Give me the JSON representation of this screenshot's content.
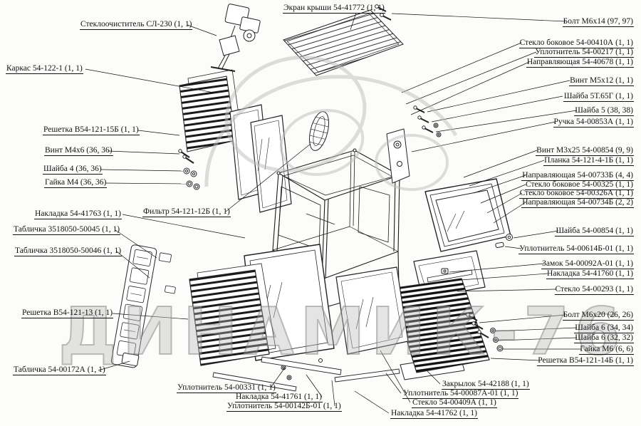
{
  "watermark": "ДИНАМИК-76",
  "labels": [
    {
      "id": "roof-screen",
      "text": "Экран крыши 54-41772 (1, 1)"
    },
    {
      "id": "wiper",
      "text": "Стеклоочиститель СЛ-230 (1, 1)"
    },
    {
      "id": "frame",
      "text": "Каркас 54-122-1 (1, 1)"
    },
    {
      "id": "grille-15b",
      "text": "Решетка В54-121-15Б (1, 1)"
    },
    {
      "id": "screw-m4x6",
      "text": "Винт М4х6 (36, 36)"
    },
    {
      "id": "washer-4",
      "text": "Шайба 4 (36, 36)"
    },
    {
      "id": "nut-m4",
      "text": "Гайка М4 (36, 36)"
    },
    {
      "id": "trim-41763",
      "text": "Накладка 54-41763 (1, 1)"
    },
    {
      "id": "filter",
      "text": "Фильтр 54-121-12Б (1, 1)"
    },
    {
      "id": "plate-50045",
      "text": "Табличка 3518050-50045 (1, 1)"
    },
    {
      "id": "plate-50046",
      "text": "Табличка 3518050-50046 (1, 1)"
    },
    {
      "id": "grille-121-13",
      "text": "Решетка В54-121-13 (1, 1)"
    },
    {
      "id": "plate-00172a",
      "text": "Табличка 54-00172А (1, 1)"
    },
    {
      "id": "seal-00331",
      "text": "Уплотнитель 54-00331 (1, 1)"
    },
    {
      "id": "trim-41761",
      "text": "Накладка 54-41761 (1, 1)"
    },
    {
      "id": "seal-00142b",
      "text": "Уплотнитель 54-00142Б-01 (1, 1)"
    },
    {
      "id": "flap-42188",
      "text": "Закрылок 54-42188 (1, 1)"
    },
    {
      "id": "seal-00087a",
      "text": "Уплотнитель 54-00087А-01 (1, 1)"
    },
    {
      "id": "glass-00409a",
      "text": "Стекло 54-00409А (1, 1)"
    },
    {
      "id": "trim-41762",
      "text": "Накладка 54-41762 (1, 1)"
    },
    {
      "id": "bolt-m6x14",
      "text": "Болт М6х14 (97, 97)"
    },
    {
      "id": "side-glass-00410a",
      "text": "Стекло боковое 54-00410А (1, 1)"
    },
    {
      "id": "seal-00217",
      "text": "Уплотнитель 54-00217 (1, 1)"
    },
    {
      "id": "guide-40678",
      "text": "Направляющая 54-40678 (1, 1)"
    },
    {
      "id": "screw-m5x12",
      "text": "Винт М5х12 (1, 1)"
    },
    {
      "id": "washer-5t65g",
      "text": "Шайба 5Т.65Г (1, 1)"
    },
    {
      "id": "washer-5",
      "text": "Шайба 5 (38, 38)"
    },
    {
      "id": "handle-00853a",
      "text": "Ручка 54-00853А (1, 1)"
    },
    {
      "id": "screw-m3x25",
      "text": "Винт М3х25 54-00854 (9, 9)"
    },
    {
      "id": "bar-121-4-1b",
      "text": "Планка 54-121-4-1Б (1, 1)"
    },
    {
      "id": "guide-00733b",
      "text": "Направляющая 54-00733Б (4, 4)"
    },
    {
      "id": "side-glass-00325",
      "text": "Стекло боковое 54-00325 (1, 1)"
    },
    {
      "id": "side-glass-00326a",
      "text": "Стекло боковое 54-00326А (1, 1)"
    },
    {
      "id": "guide-00734b",
      "text": "Направляющая 54-00734Б (2, 2)"
    },
    {
      "id": "washer-00854",
      "text": "Шайба 54-00854 (1, 1)"
    },
    {
      "id": "seal-00614b",
      "text": "Уплотнитель 54-00614Б-01 (1, 1)"
    },
    {
      "id": "lock-00092a",
      "text": "Замок 54-00092А-01 (1, 1)"
    },
    {
      "id": "trim-41760",
      "text": "Накладка 54-41760 (1, 1)"
    },
    {
      "id": "glass-00293",
      "text": "Стекло 54-00293 (1, 1)"
    },
    {
      "id": "bolt-m6x20",
      "text": "Болт М6х20 (26, 26)"
    },
    {
      "id": "washer-6-34",
      "text": "Шайба 6 (34, 34)"
    },
    {
      "id": "washer-6-32",
      "text": "Шайба 6 (32, 32)"
    },
    {
      "id": "nut-m6",
      "text": "Гайка М6 (6, 6)"
    },
    {
      "id": "grille-121-14b",
      "text": "Решетка В54-121-14Б (1, 1)"
    }
  ]
}
